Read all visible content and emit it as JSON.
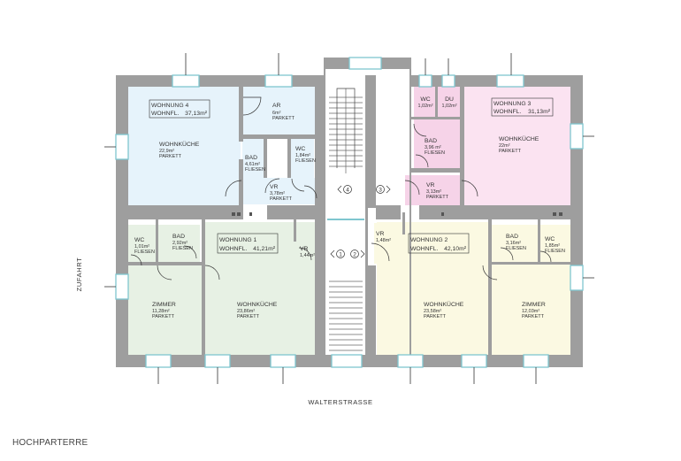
{
  "sheet_title": "HOCHPARTERRE",
  "street": "WALTERSTRASSE",
  "side_label": "ZUFAHRT",
  "colors": {
    "wall": "#9e9e9e",
    "w4": "#e6f3fb",
    "w3": "#fbe3f1",
    "bath3": "#f6d3e8",
    "w1": "#e7f1e4",
    "w2": "#fbf9e2",
    "window": "#7fc6cf"
  },
  "units": {
    "w4": {
      "name": "WOHNUNG 4",
      "area_label": "WOHNFL.",
      "area": "37,13m²"
    },
    "w3": {
      "name": "WOHNUNG 3",
      "area_label": "WOHNFL.",
      "area": "31,13m²"
    },
    "w1": {
      "name": "WOHNUNG 1",
      "area_label": "WOHNFL.",
      "area": "41,21m²"
    },
    "w2": {
      "name": "WOHNUNG 2",
      "area_label": "WOHNFL.",
      "area": "42,10m²"
    }
  },
  "rooms": {
    "w4_wohnkueche": {
      "name": "WOHNKÜCHE",
      "area": "22,9m²",
      "floor": "PARKETT"
    },
    "w4_ar": {
      "name": "AR",
      "area": "6m²",
      "floor": "PARKETT"
    },
    "w4_bad": {
      "name": "BAD",
      "area": "4,61m²",
      "floor": "FLIESEN"
    },
    "w4_wc": {
      "name": "WC",
      "area": "1,84m²",
      "floor": "FLIESEN"
    },
    "w4_vr": {
      "name": "VR",
      "area": "3,78m²",
      "floor": "PARKETT"
    },
    "w3_wc": {
      "name": "WC",
      "area": "1,02m²"
    },
    "w3_du": {
      "name": "DU",
      "area": "1,02m²"
    },
    "w3_bad": {
      "name": "BAD",
      "area": "3,96 m²",
      "floor": "FLIESEN"
    },
    "w3_wohnkueche": {
      "name": "WOHNKÜCHE",
      "area": "22m²",
      "floor": "PARKETT"
    },
    "w3_vr": {
      "name": "VR",
      "area": "3,13m²",
      "floor": "PARKETT"
    },
    "w1_wc": {
      "name": "WC",
      "area": "1,01m²",
      "floor": "FLIESEN"
    },
    "w1_bad": {
      "name": "BAD",
      "area": "2,92m²",
      "floor": "FLIESEN"
    },
    "w1_zimmer": {
      "name": "ZIMMER",
      "area": "11,28m²",
      "floor": "PARKETT"
    },
    "w1_wohnkueche": {
      "name": "WOHNKÜCHE",
      "area": "23,86m²",
      "floor": "PARKETT"
    },
    "w1_vr": {
      "name": "VR",
      "area": "1,44m²"
    },
    "w2_vr": {
      "name": "VR",
      "area": "1,48m²"
    },
    "w2_bad": {
      "name": "BAD",
      "area": "3,16m²",
      "floor": "FLIESEN"
    },
    "w2_wc": {
      "name": "WC",
      "area": "1,85m²",
      "floor": "FLIESEN"
    },
    "w2_wohnkueche": {
      "name": "WOHNKÜCHE",
      "area": "23,58m²",
      "floor": "PARKETT"
    },
    "w2_zimmer": {
      "name": "ZIMMER",
      "area": "12,03m²",
      "floor": "PARKETT"
    }
  },
  "door_numbers": {
    "d1": "1",
    "d2": "2",
    "d3": "3",
    "d4": "4"
  }
}
